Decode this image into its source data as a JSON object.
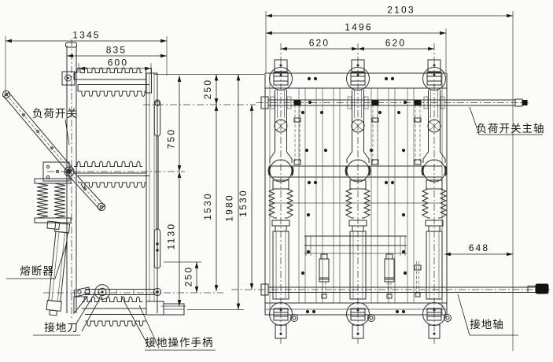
{
  "drawing": {
    "background": "#fbfbfa",
    "ink_color": "#2e2e2e",
    "side_view": {
      "labels": {
        "load_switch": "负荷开关",
        "fuse": "熔断器",
        "earthing_knife": "接地刀",
        "earthing_handle": "接地操作手柄"
      },
      "dims": {
        "overall_width": "1345",
        "upper_width": "835",
        "insulator_length": "600",
        "top_to_shaft": "250",
        "upper_phase": "750",
        "shaft_span": "1530",
        "lower_phase": "1130",
        "shaft_to_bottom": "250"
      }
    },
    "front_view": {
      "labels": {
        "main_shaft": "负荷开关主轴",
        "earthing_shaft": "接地轴"
      },
      "dims": {
        "overall_width": "2103",
        "frame_width": "1496",
        "pole_pitch_left": "620",
        "pole_pitch_right": "620",
        "frame_height": "1980",
        "shaft_span": "1530",
        "shaft_overhang": "648"
      }
    }
  }
}
